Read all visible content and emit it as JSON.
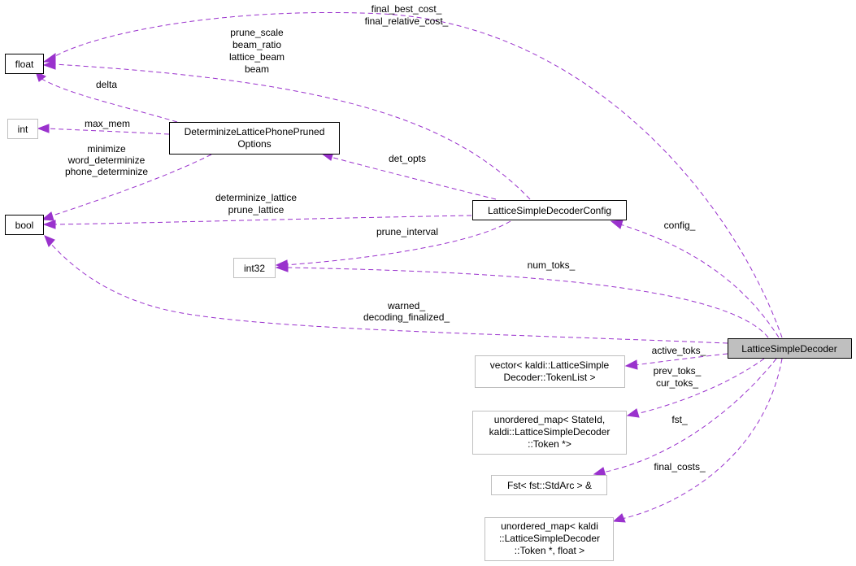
{
  "diagram": {
    "nodes": {
      "float": {
        "lines": [
          "float"
        ]
      },
      "int": {
        "lines": [
          "int"
        ]
      },
      "bool": {
        "lines": [
          "bool"
        ]
      },
      "int32": {
        "lines": [
          "int32"
        ]
      },
      "det_options": {
        "lines": [
          "DeterminizeLatticePhonePruned",
          "Options"
        ]
      },
      "config": {
        "lines": [
          "LatticeSimpleDecoderConfig"
        ]
      },
      "decoder": {
        "lines": [
          "LatticeSimpleDecoder"
        ]
      },
      "vector_toklist": {
        "lines": [
          "vector< kaldi::LatticeSimple",
          "Decoder::TokenList >"
        ]
      },
      "umap_state": {
        "lines": [
          "unordered_map< StateId,",
          "kaldi::LatticeSimpleDecoder",
          "::Token *>"
        ]
      },
      "fst": {
        "lines": [
          "Fst< fst::StdArc > &"
        ]
      },
      "umap_costs": {
        "lines": [
          "unordered_map< kaldi",
          "::LatticeSimpleDecoder",
          "::Token *, float >"
        ]
      }
    },
    "edge_labels": {
      "final_costs_label": [
        "final_best_cost_",
        "final_relative_cost_"
      ],
      "beam_label": [
        "prune_scale",
        "beam_ratio",
        "lattice_beam",
        "beam"
      ],
      "delta_label": [
        "delta"
      ],
      "max_mem_label": [
        "max_mem"
      ],
      "det_bools_label": [
        "minimize",
        "word_determinize",
        "phone_determinize"
      ],
      "det_opts_label": [
        "det_opts"
      ],
      "cfg_bools_label": [
        "determinize_lattice",
        "prune_lattice"
      ],
      "prune_interval_label": [
        "prune_interval"
      ],
      "config_label": [
        "config_"
      ],
      "num_toks_label": [
        "num_toks_"
      ],
      "warned_label": [
        "warned_",
        "decoding_finalized_"
      ],
      "active_toks_label": [
        "active_toks_"
      ],
      "prev_cur_label": [
        "prev_toks_",
        "cur_toks_"
      ],
      "fst_label": [
        "fst_"
      ],
      "final_costs_map_label": [
        "final_costs_"
      ]
    },
    "colors": {
      "edge": "#9a32cd",
      "main_fill": "#bfbfbf",
      "light_border": "#bfbfbf"
    }
  }
}
